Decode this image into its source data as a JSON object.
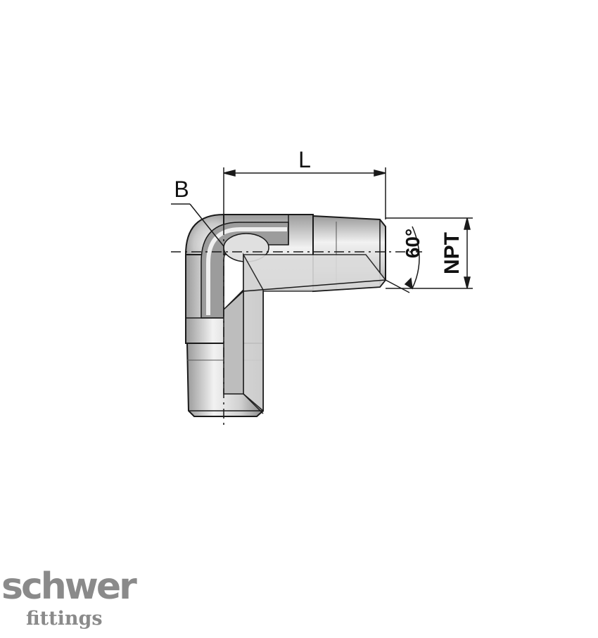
{
  "labels": {
    "length": "L",
    "bore": "B",
    "angle": "60°",
    "thread": "NPT"
  },
  "logo": {
    "main": "schwer",
    "sub": "fittings"
  },
  "colors": {
    "body_light": "#e6e6e6",
    "body_mid": "#b4b4b4",
    "body_dark": "#7a7a7a",
    "outline": "#1a1a1a",
    "logo": "#8a8a8a"
  }
}
